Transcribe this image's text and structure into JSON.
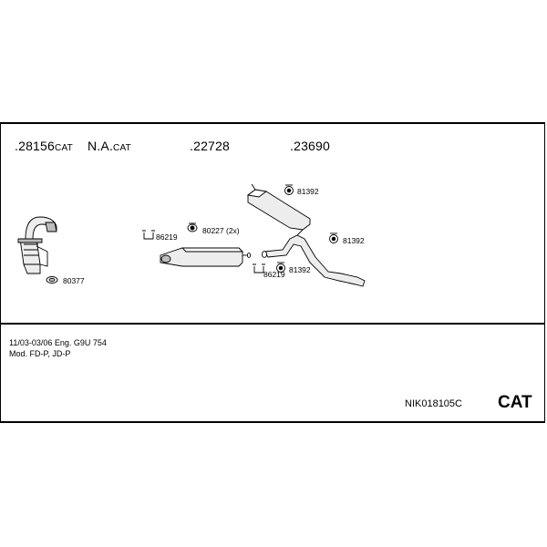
{
  "parts_header": [
    {
      "number": ".28156",
      "suffix": "CAT"
    },
    {
      "number": "N.A.",
      "suffix": "CAT"
    },
    {
      "number": ".22728",
      "suffix": ""
    },
    {
      "number": ".23690",
      "suffix": ""
    }
  ],
  "callouts": {
    "clamp_catalyst": "80377",
    "hanger_left": "86219",
    "clamp_middle": "80227 (2x)",
    "hanger_bottom": "86219",
    "rubber_top": "81392",
    "rubber_right": "81392",
    "rubber_mid": "81392"
  },
  "info": {
    "dates_engine": "11/03-03/06   Eng. G9U 754",
    "models": "Mod. FD-P, JD-P"
  },
  "footer": {
    "kit_code": "NIK018105C",
    "kit_type": "CAT"
  },
  "colors": {
    "line": "#000000",
    "part_fill": "#ededed",
    "part_shade": "#bdbdbd"
  }
}
